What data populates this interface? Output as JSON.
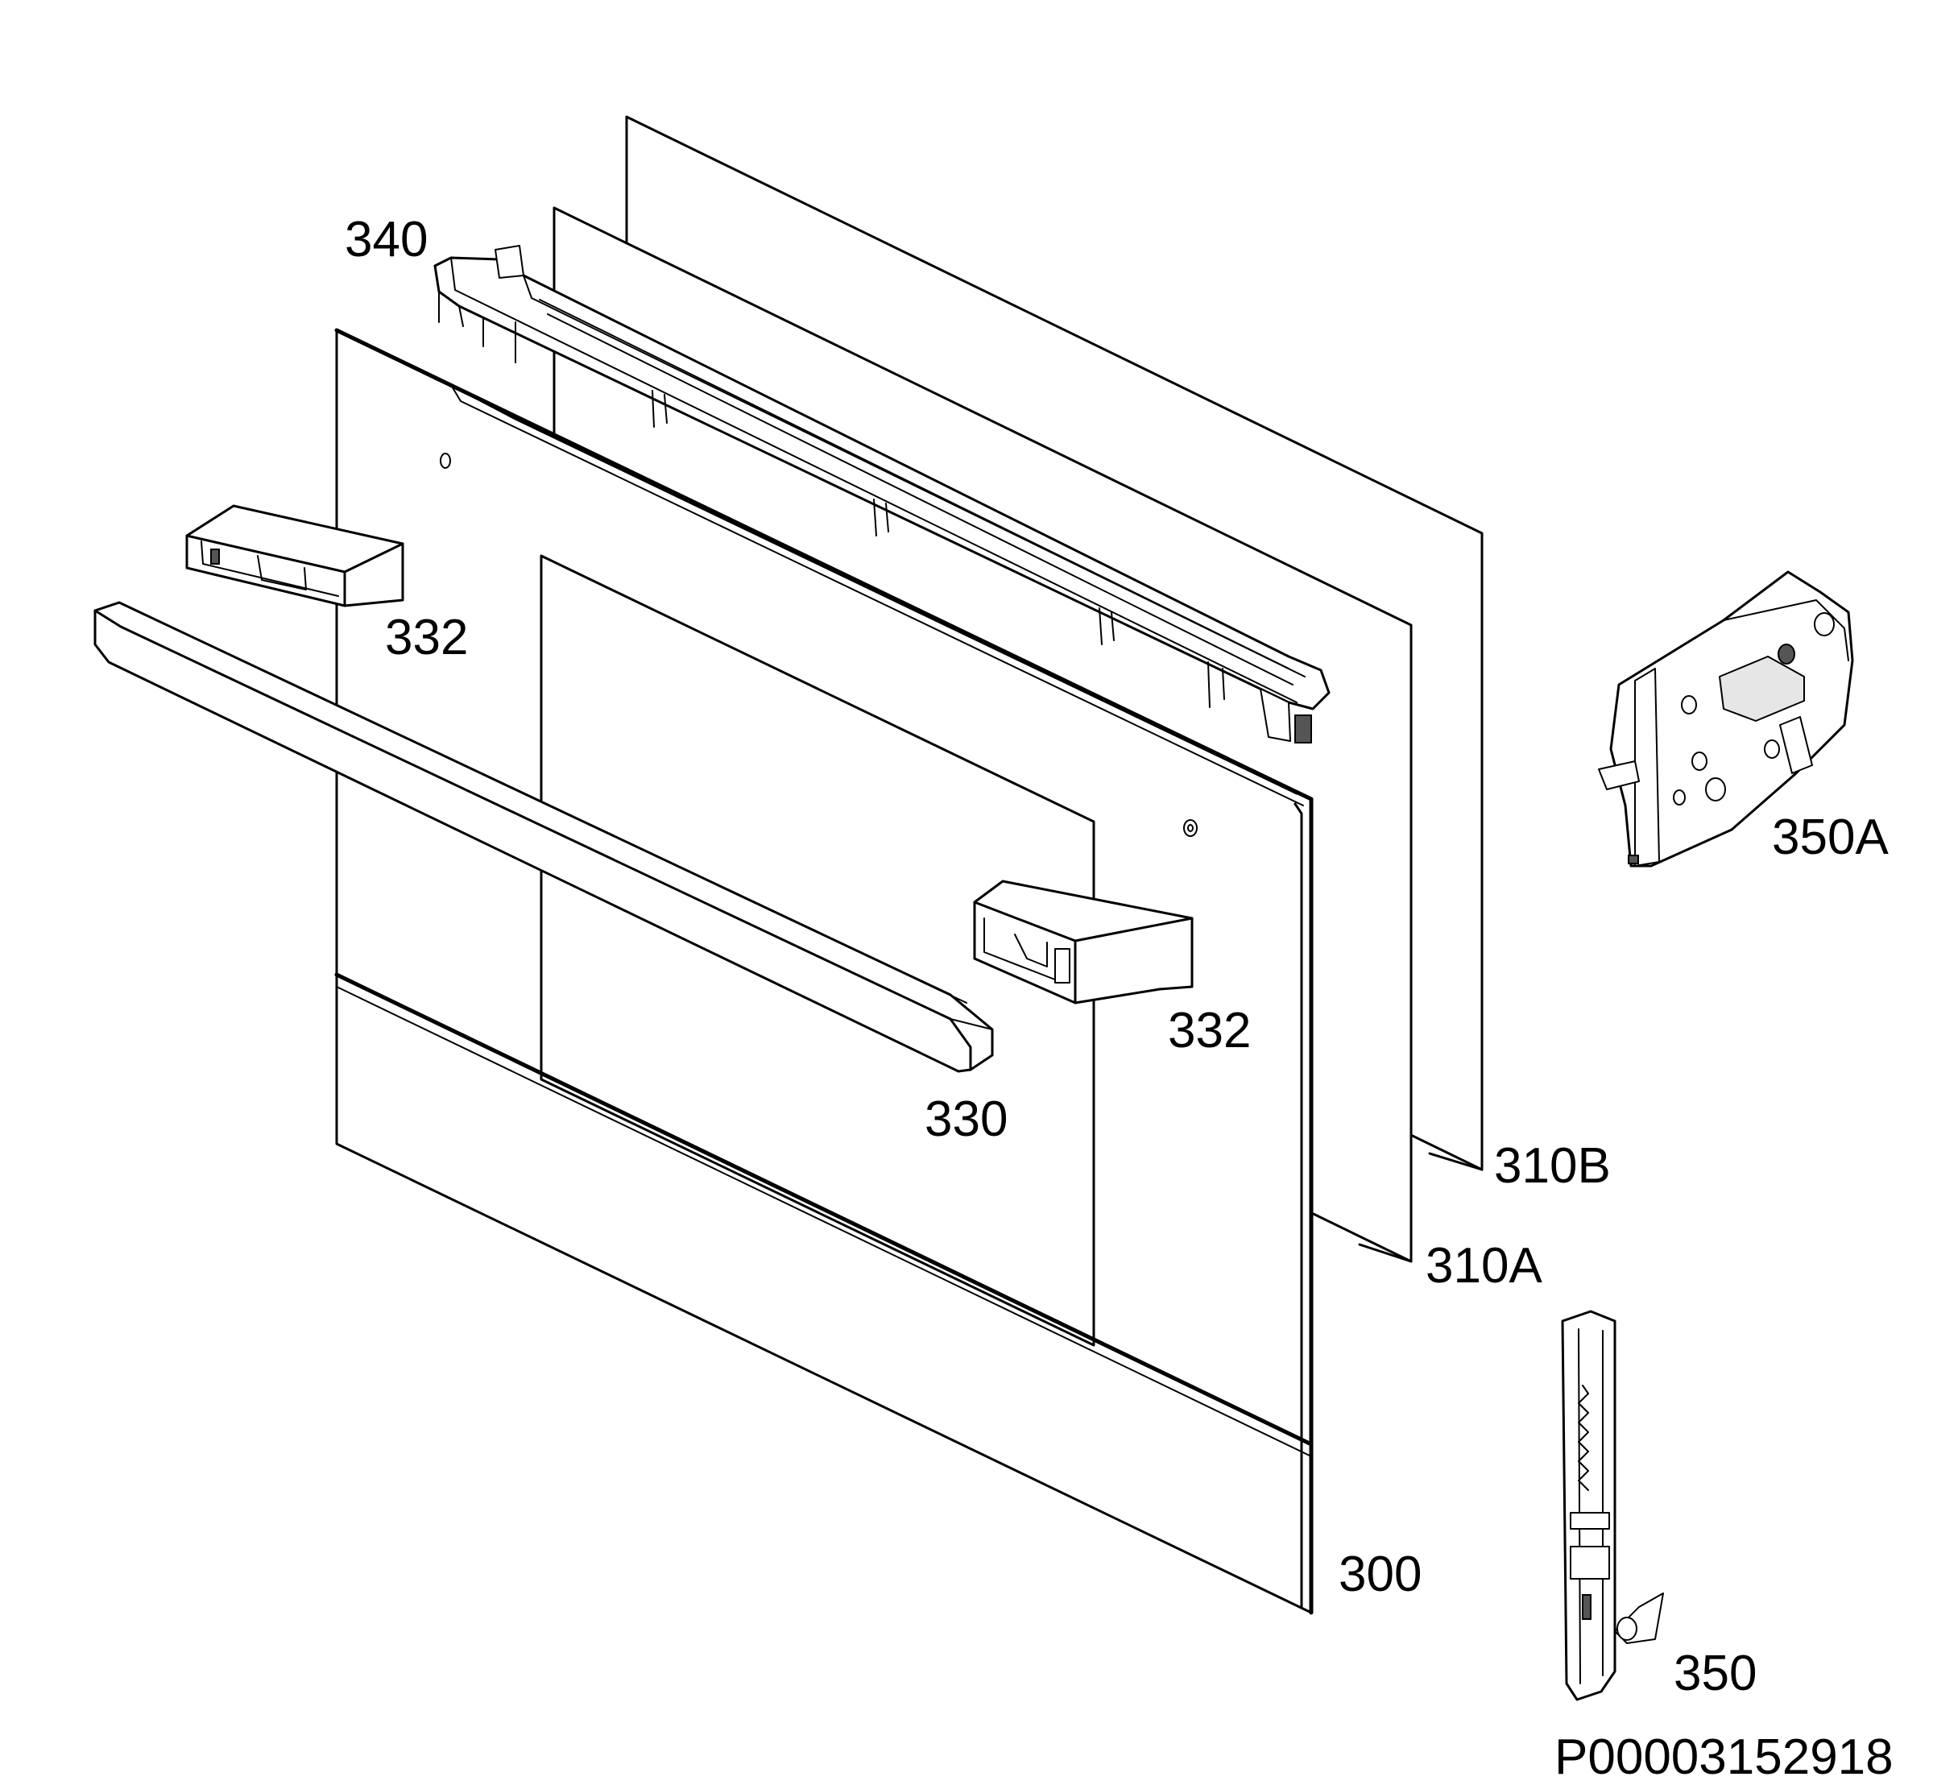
{
  "callouts": {
    "p340": "340",
    "p332_left": "332",
    "p332_right": "332",
    "p330": "330",
    "p310b": "310B",
    "p310a": "310A",
    "p300": "300",
    "p350a": "350A",
    "p350": "350"
  },
  "drawing_id": "P00003152918"
}
